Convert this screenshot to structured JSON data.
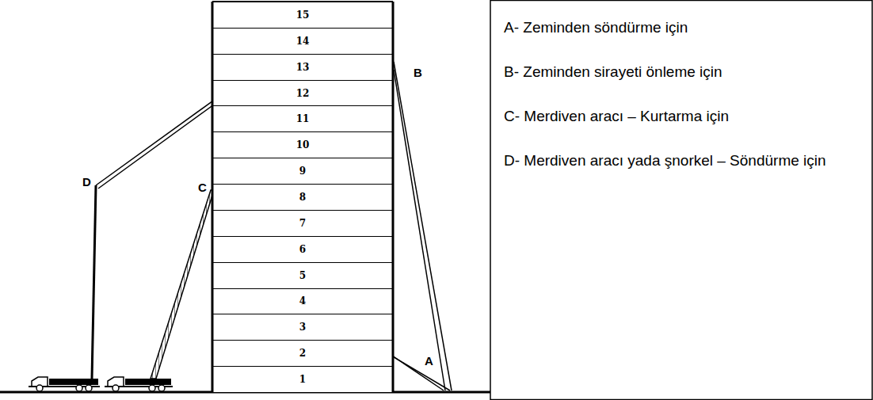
{
  "diagram": {
    "nodes": [
      {
        "text": [
          "15"
        ]
      },
      {
        "text": [
          "14"
        ]
      },
      {
        "text": [
          "13"
        ]
      },
      {
        "text": [
          "12"
        ]
      },
      {
        "text": [
          "11"
        ]
      },
      {
        "text": [
          "10"
        ]
      },
      {
        "text": [
          "9"
        ]
      },
      {
        "text": [
          "8"
        ]
      },
      {
        "text": [
          "7"
        ]
      },
      {
        "text": [
          "6"
        ]
      },
      {
        "text": [
          "5"
        ]
      },
      {
        "text": [
          "4"
        ]
      },
      {
        "text": [
          "3"
        ]
      },
      {
        "text": [
          "2"
        ]
      },
      {
        "text": [
          "1"
        ]
      }
    ],
    "labels": [
      "B",
      "D",
      "C",
      "A",
      "A- Zeminden söndürme için",
      "B- Zeminden sirayeti önleme için",
      "C- Merdiven aracı – Kurtarma için",
      "D- Merdiven aracı yada şnorkel – Söndürme için"
    ]
  }
}
